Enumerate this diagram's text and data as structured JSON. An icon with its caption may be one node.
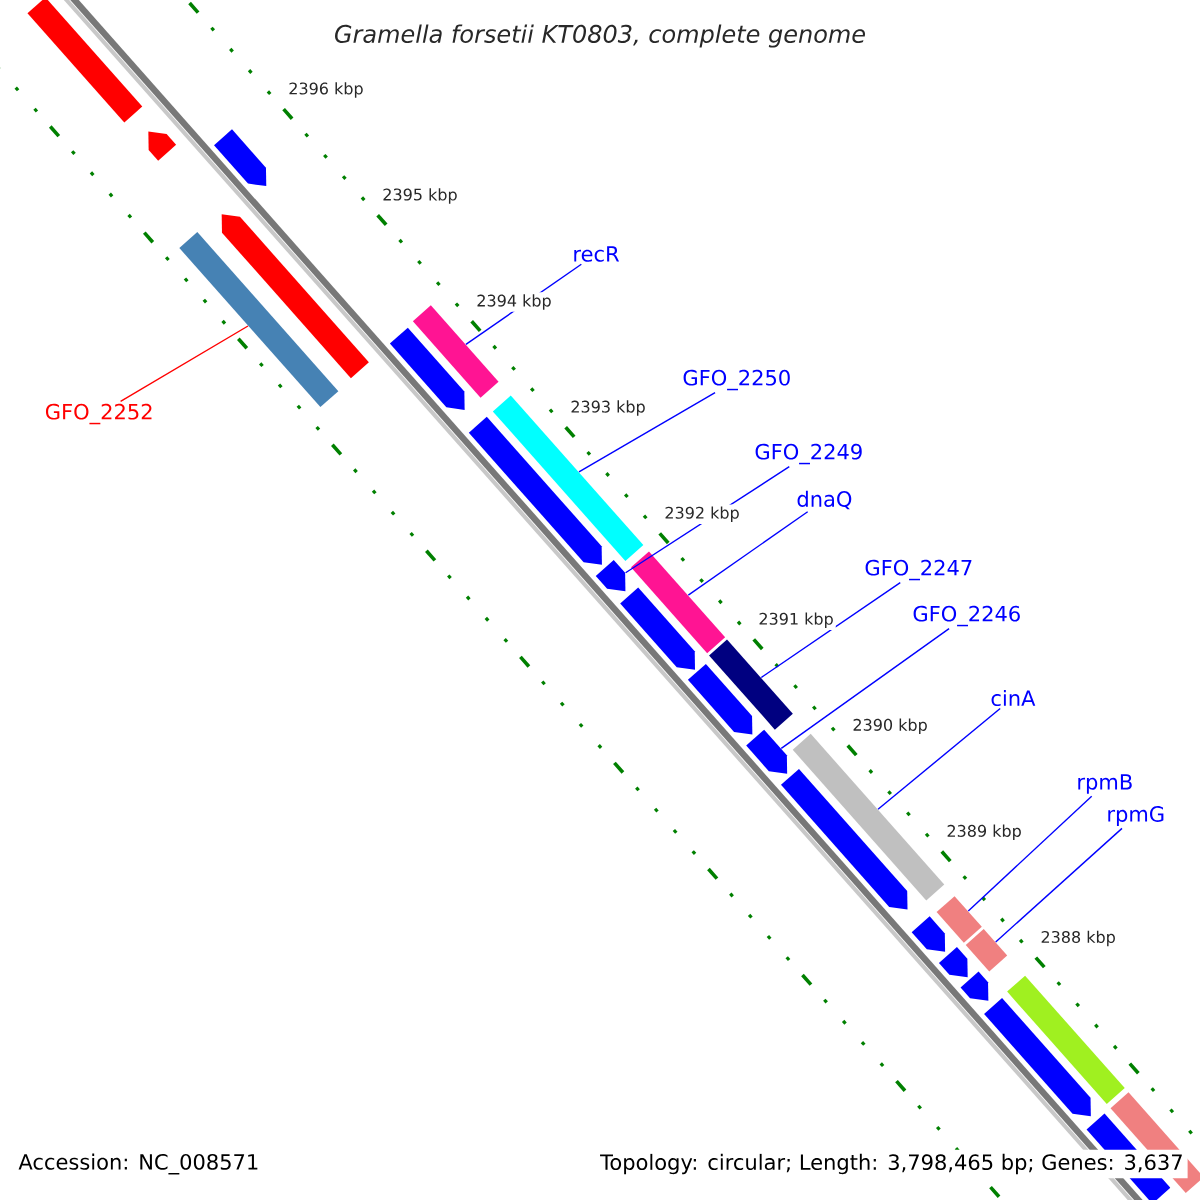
{
  "diagram": {
    "title": "Gramella forsetii KT0803, complete genome",
    "nodes": [
      {
        "text": [
          "recR"
        ]
      },
      {
        "text": [
          "GFO_2250"
        ]
      },
      {
        "text": [
          "GFO_2252"
        ]
      },
      {
        "text": [
          "GFO_2249"
        ]
      },
      {
        "text": [
          "dnaQ"
        ]
      },
      {
        "text": [
          "GFO_2247"
        ]
      },
      {
        "text": [
          "GFO_2246"
        ]
      },
      {
        "text": [
          "cinA"
        ]
      },
      {
        "text": [
          "rpmB"
        ]
      },
      {
        "text": [
          "rpmG"
        ]
      },
      {
        "text": [],
        "shape": "bar"
      },
      {
        "text": [],
        "shape": "bar"
      },
      {
        "text": [],
        "shape": "bar"
      },
      {
        "text": [],
        "shape": "bar"
      },
      {
        "text": [],
        "shape": "bar"
      },
      {
        "text": [],
        "shape": "bar"
      },
      {
        "text": [],
        "shape": "bar"
      },
      {
        "text": [],
        "shape": "bar"
      },
      {
        "text": [],
        "shape": "bar"
      },
      {
        "text": [],
        "shape": "bar"
      },
      {
        "text": [],
        "shape": "bar"
      },
      {
        "text": [],
        "shape": "bar"
      },
      {
        "text": [],
        "shape": "bar"
      },
      {
        "text": [],
        "shape": "bar"
      },
      {
        "text": [],
        "shape": "bar"
      },
      {
        "text": [],
        "shape": "bar"
      },
      {
        "text": [],
        "shape": "bar"
      },
      {
        "text": [],
        "shape": "bar"
      },
      {
        "text": [],
        "shape": "bar"
      },
      {
        "text": [],
        "shape": "bar"
      },
      {
        "text": [],
        "shape": "bar"
      },
      {
        "text": [],
        "shape": "bar"
      },
      {
        "text": [],
        "shape": "bar"
      },
      {
        "text": [],
        "shape": "bar"
      },
      {
        "text": [],
        "shape": "bar"
      },
      {
        "text": [],
        "shape": "bar"
      }
    ],
    "edges": [
      {
        "from": 0,
        "to": 15,
        "arrow": "none"
      },
      {
        "from": 1,
        "to": 18,
        "arrow": "none"
      },
      {
        "from": 2,
        "to": 13,
        "arrow": "none",
        "color": "#ff0000"
      },
      {
        "from": 3,
        "to": 19,
        "arrow": "none"
      },
      {
        "from": 4,
        "to": 20,
        "arrow": "none"
      },
      {
        "from": 5,
        "to": 22,
        "arrow": "none"
      },
      {
        "from": 6,
        "to": 24,
        "arrow": "none"
      },
      {
        "from": 7,
        "to": 25,
        "arrow": "none"
      },
      {
        "from": 8,
        "to": 28,
        "arrow": "none"
      },
      {
        "from": 9,
        "to": 30,
        "arrow": "none"
      }
    ],
    "labels": [
      "2396 kbp",
      "2395 kbp",
      "2394 kbp",
      "2393 kbp",
      "2392 kbp",
      "2391 kbp",
      "2390 kbp",
      "2389 kbp",
      "2388 kbp",
      "Accession: NC_008571",
      "Topology: circular; Length: 3,798,465 bp; Genes: 3,637"
    ]
  }
}
